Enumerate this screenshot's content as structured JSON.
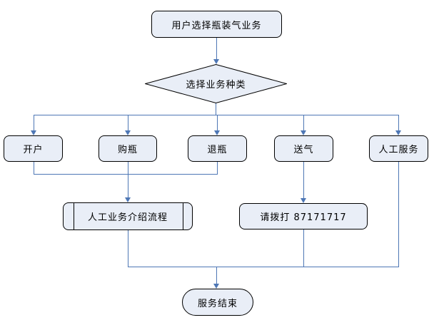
{
  "diagram": {
    "type": "flowchart",
    "colors": {
      "connector": "#4E77B5",
      "node_fill": "#E9EEF7",
      "node_border": "#000000",
      "text": "#000000",
      "background": "#FFFFFF"
    },
    "nodes": {
      "start": {
        "label": "用户选择瓶装气业务",
        "shape": "rounded-rect"
      },
      "decision": {
        "label": "选择业务种类",
        "shape": "diamond"
      },
      "open_account": {
        "label": "开户",
        "shape": "rounded-rect"
      },
      "buy_bottle": {
        "label": "购瓶",
        "shape": "rounded-rect"
      },
      "return_bottle": {
        "label": "退瓶",
        "shape": "rounded-rect"
      },
      "deliver_gas": {
        "label": "送气",
        "shape": "rounded-rect"
      },
      "manual_service": {
        "label": "人工服务",
        "shape": "rounded-rect"
      },
      "intro_process": {
        "label": "人工业务介绍流程",
        "shape": "predefined-process"
      },
      "call_number": {
        "label": "请拨打 87171717",
        "shape": "rounded-rect"
      },
      "end": {
        "label": "服务结束",
        "shape": "terminator"
      }
    },
    "edges": [
      {
        "from": "start",
        "to": "decision"
      },
      {
        "from": "decision",
        "to": "open_account"
      },
      {
        "from": "decision",
        "to": "buy_bottle"
      },
      {
        "from": "decision",
        "to": "return_bottle"
      },
      {
        "from": "decision",
        "to": "deliver_gas"
      },
      {
        "from": "decision",
        "to": "manual_service"
      },
      {
        "from": "open_account",
        "to": "intro_process"
      },
      {
        "from": "buy_bottle",
        "to": "intro_process"
      },
      {
        "from": "return_bottle",
        "to": "intro_process"
      },
      {
        "from": "deliver_gas",
        "to": "call_number"
      },
      {
        "from": "intro_process",
        "to": "end"
      },
      {
        "from": "call_number",
        "to": "end"
      },
      {
        "from": "manual_service",
        "to": "end"
      }
    ]
  }
}
